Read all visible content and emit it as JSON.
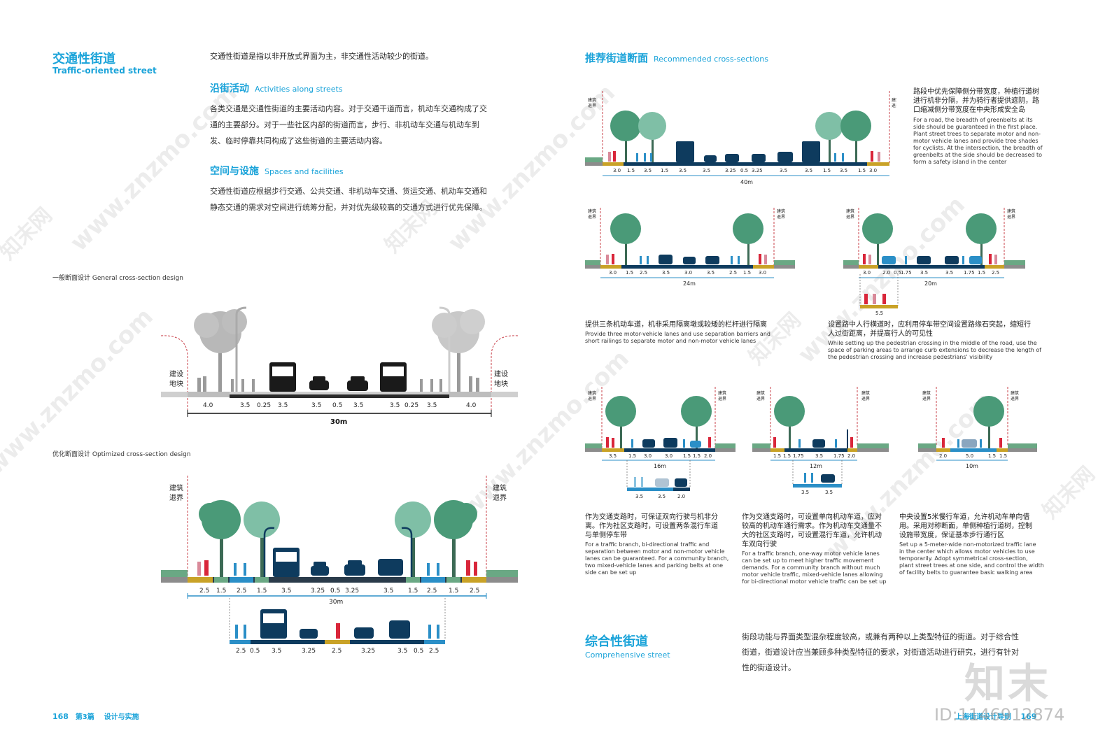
{
  "left": {
    "title_cn": "交通性街道",
    "title_en": "Traffic-oriented street",
    "intro": "交通性街道是指以非开放式界面为主，非交通性活动较少的街道。",
    "activities": {
      "title_cn": "沿街活动",
      "title_en": "Activities along streets",
      "line1": "各类交通是交通性街道的主要活动内容。对于交通干道而言，机动车交通构成了交",
      "line2": "通的主要部分。对于一些社区内部的街道而言，步行、非机动车交通与机动车到",
      "line3": "发、临时停靠共同构成了这些街道的主要活动内容。"
    },
    "spaces": {
      "title_cn": "空间与设施",
      "title_en": "Spaces and facilities",
      "line1": "交通性街道应根据步行交通、公共交通、非机动车交通、货运交通、机动车交通和",
      "line2": "静态交通的需求对空间进行统筹分配，并对优先级较高的交通方式进行优先保障。"
    },
    "general_caption": "一般断面设计 General cross-section design",
    "general": {
      "edge_label_l1": "建设",
      "edge_label_l2": "地块",
      "dims": [
        "4.0",
        "3.5",
        "0.25",
        "3.5",
        "3.5",
        "0.5",
        "3.5",
        "3.5",
        "0.25",
        "3.5",
        "4.0"
      ],
      "total": "30m"
    },
    "optimized_caption": "优化断面设计 Optimized cross-section design",
    "optimized": {
      "edge_label_l1": "建筑",
      "edge_label_l2": "退界",
      "dims": [
        "2.5",
        "1.5",
        "2.5",
        "1.5",
        "3.5",
        "3.25",
        "0.5",
        "3.25",
        "3.5",
        "1.5",
        "2.5",
        "1.5",
        "2.5"
      ],
      "total": "30m",
      "sub_dims": [
        "2.5",
        "0.5",
        "3.5",
        "3.25",
        "2.5",
        "3.25",
        "3.5",
        "0.5",
        "2.5"
      ]
    },
    "footer_page": "168",
    "footer_part": "第3篇",
    "footer_title": "设计与实施"
  },
  "right": {
    "title_cn": "推荐街道断面",
    "title_en": "Recommended cross-sections",
    "edge_l1": "建筑",
    "edge_l2": "退界",
    "s40": {
      "dims": [
        "3.0",
        "1.5",
        "3.5",
        "1.5",
        "3.5",
        "3.5",
        "3.25",
        "0.5",
        "3.25",
        "3.5",
        "3.5",
        "1.5",
        "3.5",
        "1.5",
        "3.0"
      ],
      "total": "40m",
      "cn1": "路段中优先保障侧分带宽度，种植行道树",
      "cn2": "进行机非分隔，并为骑行者提供遮阴，路",
      "cn3": "口缩减侧分带宽度在中央形成安全岛",
      "en1": "For a road, the breadth of greenbelts at its",
      "en2": "side should be guaranteed in the first place.",
      "en3": "Plant street trees to separate motor and non-",
      "en4": "motor vehicle lanes and provide tree shades",
      "en5": "for cyclists. At the intersection, the breadth of",
      "en6": "greenbelts at the side should be decreased to",
      "en7": "form a safety island in the center"
    },
    "s24": {
      "dims": [
        "3.0",
        "1.5",
        "2.5",
        "3.5",
        "3.0",
        "3.5",
        "2.5",
        "1.5",
        "3.0"
      ],
      "total": "24m",
      "cn": "提供三条机动车道，机非采用隔离墩或较矮的栏杆进行隔离",
      "en1": "Provide three motor-vehicle lanes and use separation barriers and",
      "en2": "short railings to separate motor and non-motor vehicle lanes"
    },
    "s20": {
      "dims": [
        "3.0",
        "2.0",
        "0.5",
        "1.75",
        "3.5",
        "3.5",
        "1.75",
        "1.5",
        "2.5"
      ],
      "total": "20m",
      "sub": "5.5",
      "cn1": "设置路中人行横道时，应利用停车带空间设置路缘石突起，缩短行",
      "cn2": "人过街距离，并提高行人的可见性",
      "en1": "While setting up the pedestrian crossing in the middle of the road, use the",
      "en2": "space of parking areas to arrange curb extensions to decrease the length of",
      "en3": "the pedestrian crossing and increase pedestrians' visibility"
    },
    "s16": {
      "dims": [
        "3.5",
        "1.5",
        "3.0",
        "3.0",
        "1.5",
        "1.5",
        "2.0"
      ],
      "total": "16m",
      "sub": [
        "3.5",
        "3.5",
        "2.0"
      ],
      "cn1": "作为交通支路时，可保证双向行驶与机非分",
      "cn2": "离。作为社区支路时，可设置两条混行车道",
      "cn3": "与单侧停车带",
      "en1": "For a traffic branch, bi-directional traffic and",
      "en2": "separation between motor and non-motor vehicle",
      "en3": "lanes can be guaranteed. For a community branch,",
      "en4": "two mixed-vehicle lanes and parking belts at one",
      "en5": "side can be set up"
    },
    "s12": {
      "dims": [
        "1.5",
        "1.5",
        "1.75",
        "3.5",
        "1.75",
        "2.0"
      ],
      "total": "12m",
      "sub": [
        "3.5",
        "3.5"
      ],
      "cn1": "作为交通支路时，可设置单向机动车道，应对",
      "cn2": "较高的机动车通行需求。作为机动车交通量不",
      "cn3": "大的社区支路时，可设置混行车道，允许机动",
      "cn4": "车双向行驶",
      "en1": "For a traffic branch, one-way motor vehicle lanes",
      "en2": "can be set up to meet higher traffic movement",
      "en3": "demands. For a community branch without much",
      "en4": "motor vehicle traffic, mixed-vehicle lanes allowing",
      "en5": "for bi-directional motor vehicle traffic can be set up"
    },
    "s10": {
      "dims": [
        "2.0",
        "5.0",
        "1.5",
        "1.5"
      ],
      "total": "10m",
      "cn1": "中央设置5米慢行车道，允许机动车单向借",
      "cn2": "用。采用对称断面，单侧种植行道树，控制",
      "cn3": "设施带宽度，保证基本步行通行区",
      "en1": "Set up a 5-meter-wide non-motorized traffic lane",
      "en2": "in the center which allows motor vehicles to use",
      "en3": "temporarily. Adopt symmetrical cross-section,",
      "en4": "plant street trees at one side, and control the width",
      "en5": "of facility belts to guarantee basic walking area"
    },
    "comp": {
      "title_cn": "综合性街道",
      "title_en": "Comprehensive street",
      "line1": "街段功能与界面类型混杂程度较高，或兼有两种以上类型特征的街道。对于综合性",
      "line2": "街道，街道设计应当兼顾多种类型特征的要求，对街道活动进行研究，进行有针对",
      "line3": "性的街道设计。"
    },
    "footer_title": "上海街道设计导则",
    "footer_page": "169"
  },
  "watermark": {
    "site": "www.znzmo.com",
    "brand": "知末网",
    "logo": "知末",
    "id": "ID:1146912874"
  },
  "colors": {
    "accent": "#1aa3d9",
    "tree": "#4a9a78",
    "tree_light": "#7fbfa6",
    "vehicle": "#0e3b5e",
    "ped_blue": "#2b8fc7",
    "ped_red": "#d9263a",
    "belt_gold": "#c9a227",
    "green_strip": "#6aa884",
    "gray_strip": "#8c8c8c"
  }
}
